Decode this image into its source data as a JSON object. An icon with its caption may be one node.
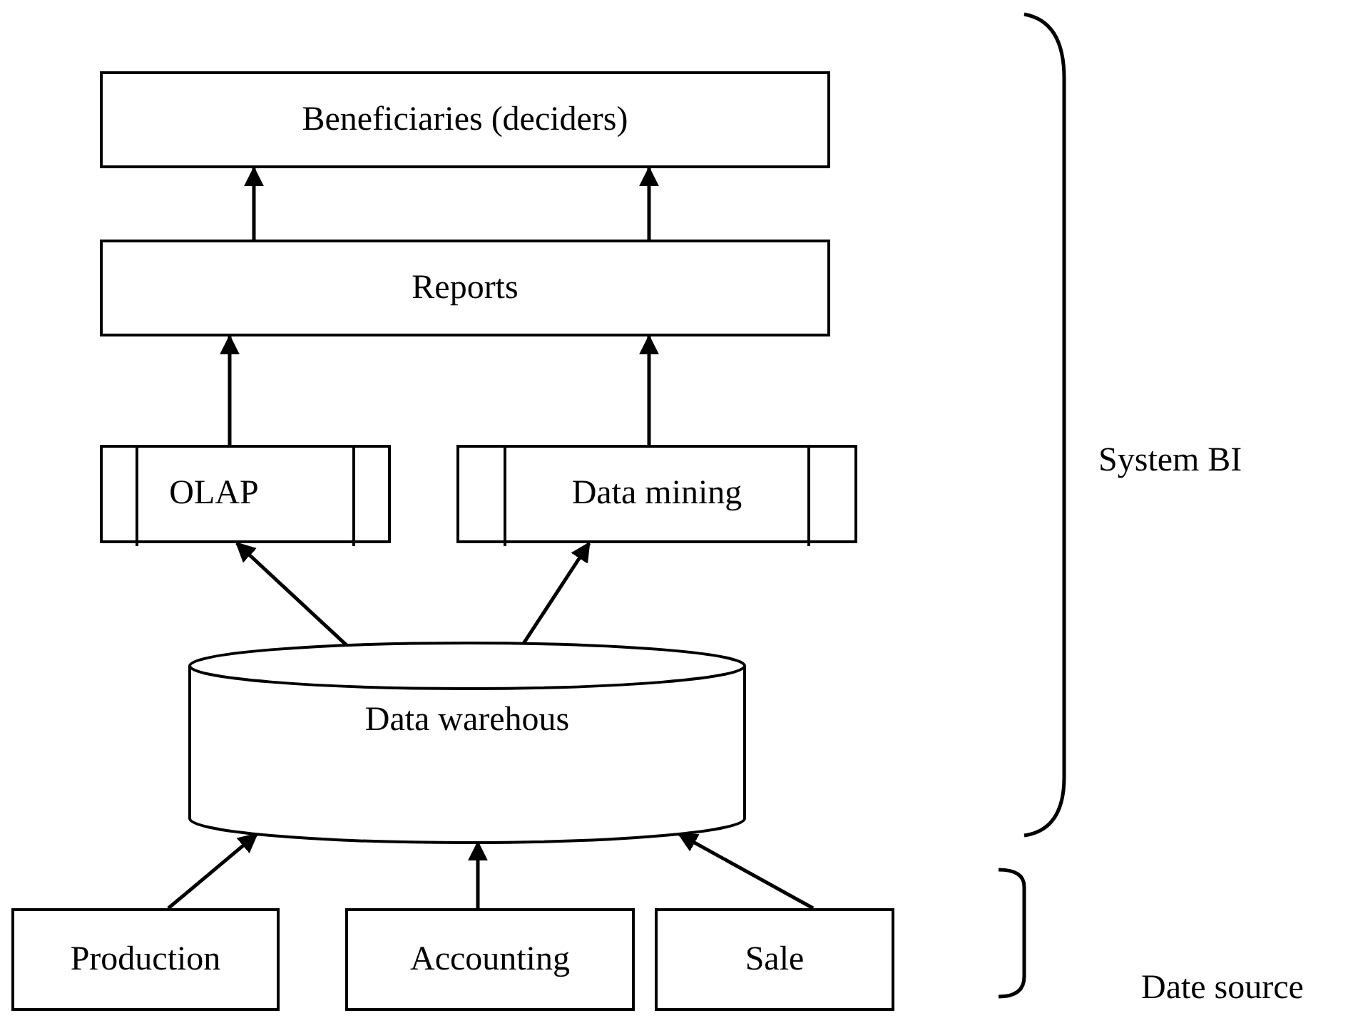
{
  "diagram": {
    "nodes": [
      {
        "text": [
          "Beneficiaries (deciders)"
        ]
      },
      {
        "text": [
          "Reports"
        ]
      },
      {
        "text": [
          "OLAP"
        ]
      },
      {
        "text": [
          "Data mining"
        ]
      },
      {
        "text": [
          "Data warehous"
        ]
      },
      {
        "text": [
          "Production"
        ]
      },
      {
        "text": [
          "Accounting"
        ]
      },
      {
        "text": [
          "Sale"
        ]
      }
    ],
    "edges": [
      {
        "from": 1,
        "to": 0,
        "arrow": "to"
      },
      {
        "from": 1,
        "to": 0,
        "arrow": "to"
      },
      {
        "from": 2,
        "to": 1,
        "arrow": "to"
      },
      {
        "from": 3,
        "to": 1,
        "arrow": "to"
      },
      {
        "from": 4,
        "to": 2,
        "arrow": "to"
      },
      {
        "from": 4,
        "to": 3,
        "arrow": "to"
      },
      {
        "from": 5,
        "to": 4,
        "arrow": "to"
      },
      {
        "from": 6,
        "to": 4,
        "arrow": "to"
      },
      {
        "from": 7,
        "to": 4,
        "arrow": "to"
      }
    ],
    "labels": [
      "System BI",
      "Date source"
    ]
  }
}
